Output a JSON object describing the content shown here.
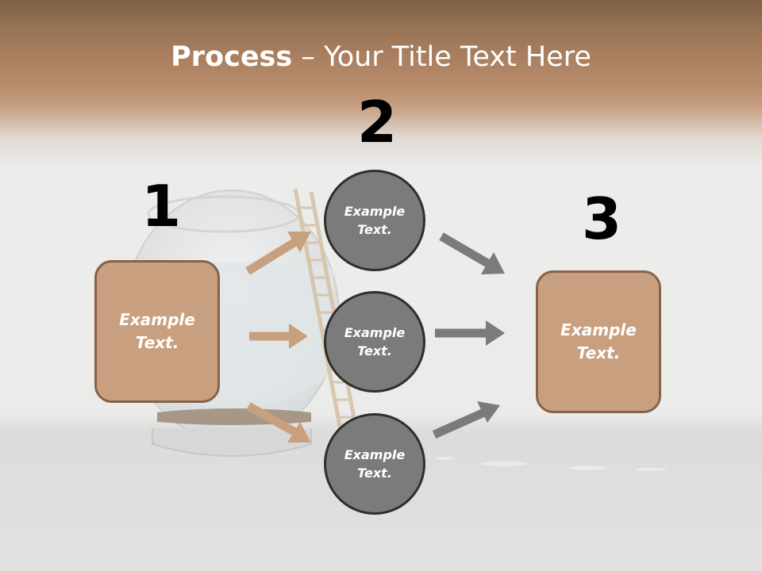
{
  "slide": {
    "title_bold": "Process",
    "title_rest": " – Your Title Text Here"
  },
  "steps": {
    "one": {
      "number": "1",
      "label": "Example\nText."
    },
    "two": {
      "number": "2",
      "circles": [
        {
          "label": "Example\nText."
        },
        {
          "label": "Example\nText."
        },
        {
          "label": "Example\nText."
        }
      ]
    },
    "three": {
      "number": "3",
      "label": "Example\nText."
    }
  },
  "colors": {
    "box_fill": "#c9a07f",
    "box_border": "#85624a",
    "circle_fill": "#7b7b7b",
    "circle_border": "#2e2e2e",
    "arrow_tan": "#c9a07f",
    "arrow_gray": "#7b7b7b"
  }
}
